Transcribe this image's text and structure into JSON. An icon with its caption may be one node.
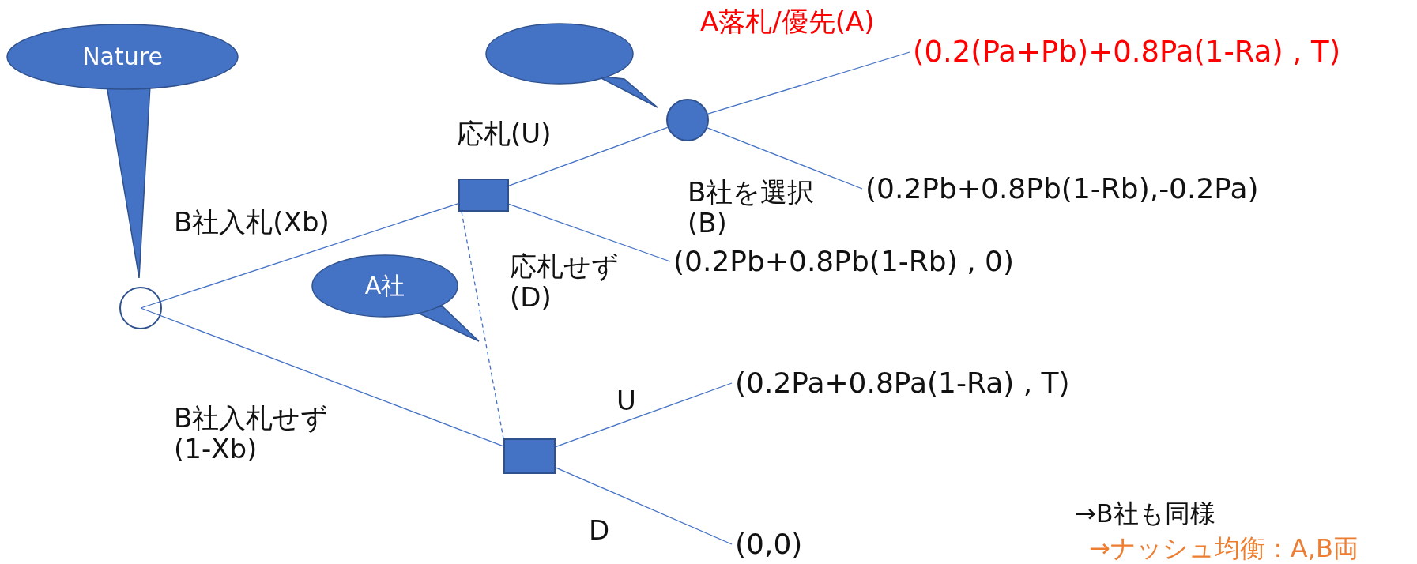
{
  "diagram": {
    "nodes": [
      {
        "text": [
          "Nature"
        ]
      },
      {
        "text": [],
        "shape": "callout"
      },
      {
        "text": [
          "(0.2(Pa+Pb)+0.8Pa(1-Ra) , T)"
        ]
      },
      {
        "text": [],
        "shape": "circle"
      },
      {
        "text": [],
        "shape": "box"
      },
      {
        "text": [
          "(0.2Pb+0.8Pb(1-Rb),-0.2Pa)"
        ]
      },
      {
        "text": [
          "A社"
        ]
      },
      {
        "text": [
          "(0.2Pb+0.8Pb(1-Rb) , 0)"
        ]
      },
      {
        "text": [],
        "shape": "circle"
      },
      {
        "text": [
          "(0.2Pa+0.8Pa(1-Ra) , T)"
        ]
      },
      {
        "text": [],
        "shape": "box"
      },
      {
        "text": [
          "(0,0)"
        ]
      }
    ],
    "edges": [
      {
        "from": 8,
        "to": 4,
        "arrow": "none",
        "label": "B社入札(Xb)"
      },
      {
        "from": 8,
        "to": 10,
        "arrow": "none",
        "label": "B社入札せず(1-Xb)"
      },
      {
        "from": 4,
        "to": 3,
        "arrow": "none",
        "label": "応札(U)"
      },
      {
        "from": 4,
        "to": 7,
        "arrow": "none",
        "label": "応札せず(D)"
      },
      {
        "from": 3,
        "to": 2,
        "arrow": "none",
        "label": "A落札/優先(A)"
      },
      {
        "from": 3,
        "to": 5,
        "arrow": "none",
        "label": "B社を選択(B)"
      },
      {
        "from": 4,
        "to": 10,
        "arrow": "none",
        "style": "dashed"
      },
      {
        "from": 10,
        "to": 9,
        "arrow": "none",
        "label": "U"
      },
      {
        "from": 10,
        "to": 11,
        "arrow": "none",
        "label": "D"
      }
    ],
    "labels": [
      "→B社も同様",
      "→ナッシュ均衡：A,B両"
    ]
  }
}
